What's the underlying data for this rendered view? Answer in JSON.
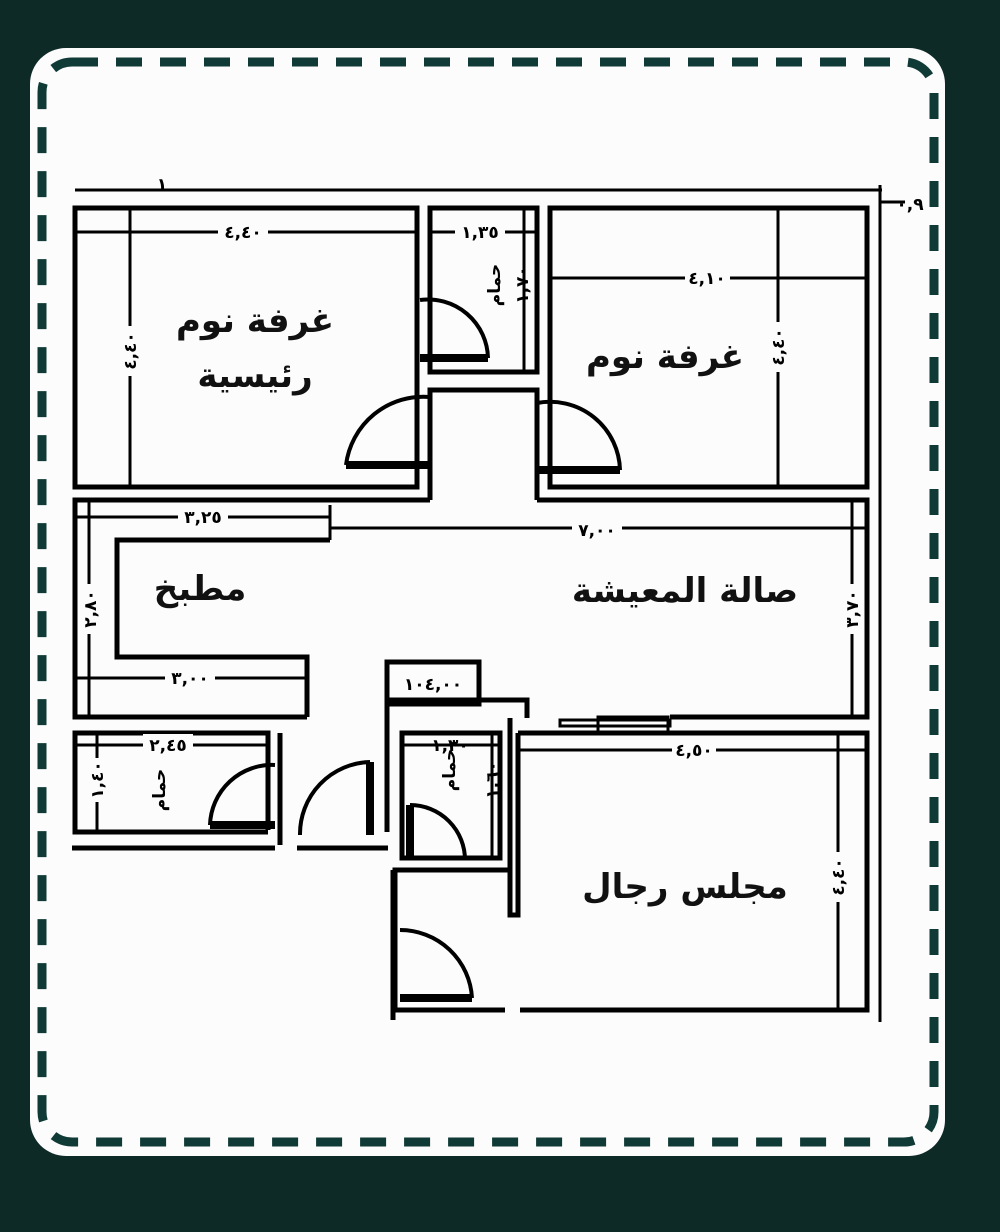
{
  "colors": {
    "background": "#0d2a27",
    "card": "#fcfcfc",
    "dashed_border": "#0f3a35",
    "lines": "#000000"
  },
  "rooms": {
    "master_bedroom_line1": "غرفة نوم",
    "master_bedroom_line2": "رئيسية",
    "bedroom": "غرفة نوم",
    "kitchen": "مطبخ",
    "living": "صالة المعيشة",
    "majlis": "مجلس رجال",
    "bath": "حمام"
  },
  "dimensions": {
    "overall_top": "١",
    "overall_right": "٠,٩",
    "master_width": "٤,٤٠",
    "master_height": "٤,٤٠",
    "bath1_width": "١,٣٥",
    "bath1_height": "١,٧٠",
    "bedroom_width": "٤,١٠",
    "bedroom_height": "٤,٤٠",
    "kitchen_top": "٣,٢٥",
    "kitchen_bottom": "٣,٠٠",
    "kitchen_height": "٢,٨٠",
    "living_width": "٧,٠٠",
    "living_height": "٣,٧٠",
    "total_area": "١٠٤,٠٠",
    "bath2_width": "٢,٤٥",
    "bath2_height": "١,٤٠",
    "bath3_width": "١,٣٠",
    "bath3_height": "١,٦٠",
    "majlis_width": "٤,٥٠",
    "majlis_height": "٤,٤٠"
  }
}
